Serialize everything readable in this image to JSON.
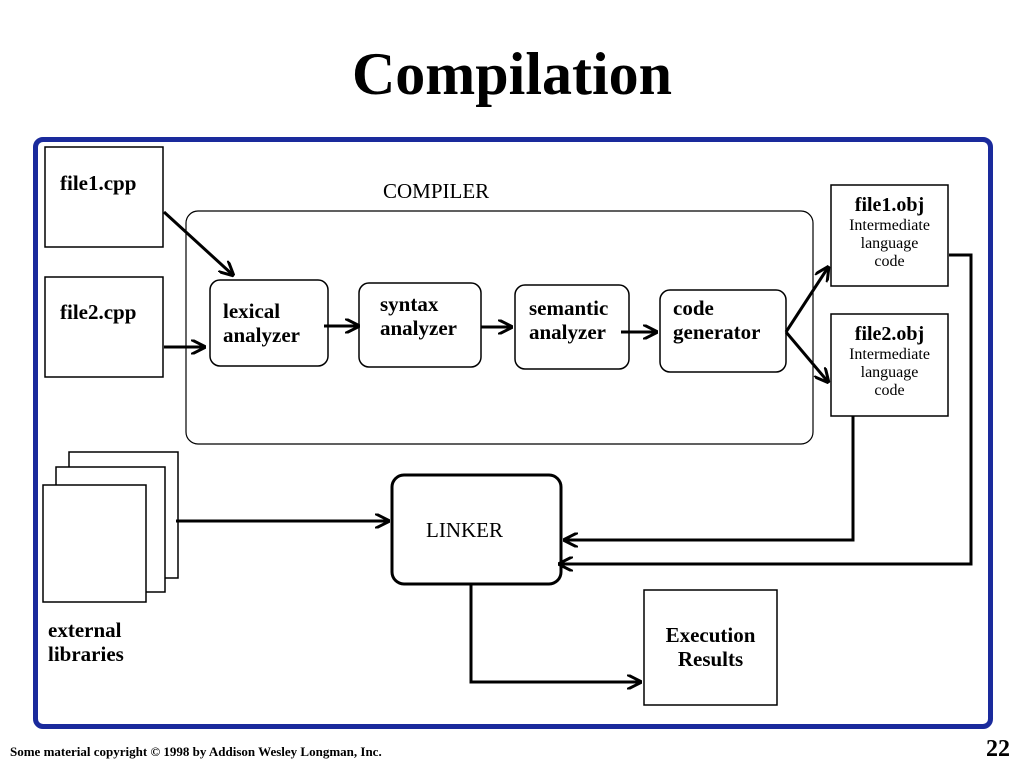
{
  "slide": {
    "title": "Compilation",
    "footer": "Some material copyright © 1998 by Addison Wesley Longman, Inc.",
    "page_number": "22"
  },
  "diagram": {
    "sources": {
      "file1": "file1.cpp",
      "file2": "file2.cpp"
    },
    "compiler_label": "COMPILER",
    "stages": {
      "lexical": [
        "lexical",
        "analyzer"
      ],
      "syntax": [
        "syntax",
        "analyzer"
      ],
      "semantic": [
        "semantic",
        "analyzer"
      ],
      "codegen": [
        "code",
        "generator"
      ]
    },
    "objects": {
      "obj1_name": "file1.obj",
      "obj2_name": "file2.obj",
      "obj_desc": [
        "Intermediate",
        "language",
        "code"
      ]
    },
    "linker": "LINKER",
    "libraries": [
      "external",
      "libraries"
    ],
    "results": [
      "Execution",
      "Results"
    ]
  }
}
